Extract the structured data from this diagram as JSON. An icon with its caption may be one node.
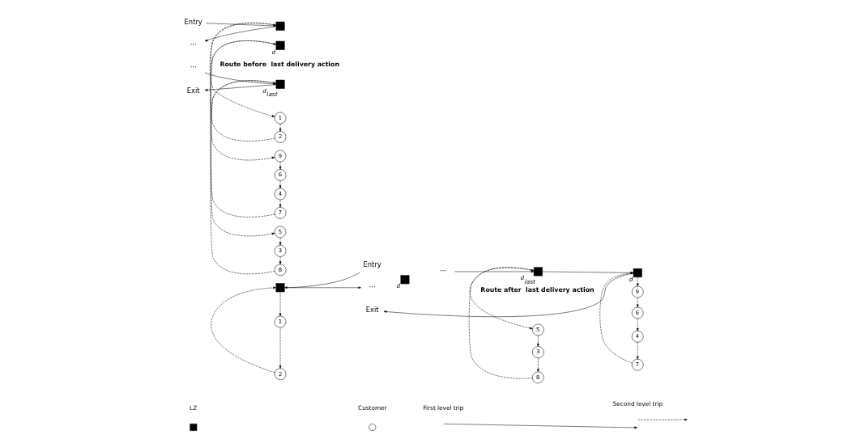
{
  "diagram": {
    "nodes": [
      {
        "text": [
          "Entry"
        ]
      },
      {
        "text": [],
        "shape": "box"
      },
      {
        "text": [
          "···"
        ]
      },
      {
        "text": [],
        "shape": "box",
        "beside": [
          "d"
        ]
      },
      {
        "text": [
          "···"
        ]
      },
      {
        "text": [],
        "shape": "box",
        "beside": [
          "d$_{last}$"
        ]
      },
      {
        "text": [
          "Exit"
        ]
      },
      {
        "text": [
          "1"
        ]
      },
      {
        "text": [
          "2"
        ]
      },
      {
        "text": [
          "3"
        ]
      },
      {
        "text": [
          "4"
        ]
      },
      {
        "text": [
          "5"
        ]
      },
      {
        "text": [
          "6"
        ]
      },
      {
        "text": [
          "7"
        ]
      },
      {
        "text": [
          "8"
        ]
      },
      {
        "text": [
          "9"
        ]
      },
      {
        "text": [
          "Entry"
        ]
      },
      {
        "text": [],
        "shape": "box"
      },
      {
        "text": [
          "···"
        ]
      },
      {
        "text": [],
        "shape": "box",
        "beside": [
          "d"
        ]
      },
      {
        "text": [
          "···"
        ]
      },
      {
        "text": [],
        "shape": "box",
        "beside": [
          "d$_{last}$"
        ]
      },
      {
        "text": [],
        "shape": "box",
        "beside": [
          "d"
        ]
      },
      {
        "text": [
          "Exit"
        ]
      },
      {
        "text": [
          "1"
        ]
      },
      {
        "text": [
          "2"
        ]
      },
      {
        "text": [
          "3"
        ]
      },
      {
        "text": [
          "4"
        ]
      },
      {
        "text": [
          "5"
        ]
      },
      {
        "text": [
          "6"
        ]
      },
      {
        "text": [
          "7"
        ]
      },
      {
        "text": [
          "8"
        ]
      },
      {
        "text": [
          "9"
        ]
      }
    ],
    "edges": [
      {
        "from": 0,
        "to": 1,
        "arrow": "to"
      },
      {
        "from": 1,
        "to": 2,
        "arrow": "to"
      },
      {
        "from": 4,
        "to": 5,
        "arrow": "to"
      },
      {
        "from": 5,
        "to": 6,
        "arrow": "to"
      },
      {
        "from": 1,
        "to": 7,
        "arrow": "to",
        "style": "dashed"
      },
      {
        "from": 7,
        "to": 8,
        "arrow": "to",
        "style": "dashed"
      },
      {
        "from": 8,
        "to": 1,
        "arrow": "to",
        "style": "dashed"
      },
      {
        "from": 3,
        "to": 15,
        "arrow": "to",
        "style": "dashed"
      },
      {
        "from": 15,
        "to": 12,
        "arrow": "to",
        "style": "dashed"
      },
      {
        "from": 12,
        "to": 10,
        "arrow": "to",
        "style": "dashed"
      },
      {
        "from": 10,
        "to": 13,
        "arrow": "to",
        "style": "dashed"
      },
      {
        "from": 13,
        "to": 3,
        "arrow": "to",
        "style": "dashed"
      },
      {
        "from": 5,
        "to": 11,
        "arrow": "to",
        "style": "dashed"
      },
      {
        "from": 11,
        "to": 9,
        "arrow": "to",
        "style": "dashed"
      },
      {
        "from": 9,
        "to": 14,
        "arrow": "to",
        "style": "dashed"
      },
      {
        "from": 14,
        "to": 5,
        "arrow": "to",
        "style": "dashed"
      },
      {
        "from": 16,
        "to": 17,
        "arrow": "to"
      },
      {
        "from": 17,
        "to": 18,
        "arrow": "to"
      },
      {
        "from": 20,
        "to": 21,
        "arrow": "to"
      },
      {
        "from": 21,
        "to": 22,
        "arrow": "to"
      },
      {
        "from": 22,
        "to": 23,
        "arrow": "to"
      },
      {
        "from": 17,
        "to": 24,
        "arrow": "to",
        "style": "dashed"
      },
      {
        "from": 24,
        "to": 25,
        "arrow": "to",
        "style": "dashed"
      },
      {
        "from": 25,
        "to": 17,
        "arrow": "to",
        "style": "dashed"
      },
      {
        "from": 21,
        "to": 28,
        "arrow": "to",
        "style": "dashed"
      },
      {
        "from": 28,
        "to": 26,
        "arrow": "to",
        "style": "dashed"
      },
      {
        "from": 26,
        "to": 31,
        "arrow": "to",
        "style": "dashed"
      },
      {
        "from": 31,
        "to": 21,
        "arrow": "to",
        "style": "dashed"
      },
      {
        "from": 22,
        "to": 32,
        "arrow": "to",
        "style": "dashed"
      },
      {
        "from": 32,
        "to": 29,
        "arrow": "to",
        "style": "dashed"
      },
      {
        "from": 29,
        "to": 27,
        "arrow": "to",
        "style": "dashed"
      },
      {
        "from": 27,
        "to": 30,
        "arrow": "to",
        "style": "dashed"
      },
      {
        "from": 30,
        "to": 22,
        "arrow": "to",
        "style": "dashed"
      }
    ],
    "labels": [
      "Route before  last delivery action",
      "Route after  last delivery action"
    ],
    "legend": [
      {
        "text": "LZ"
      },
      {
        "text": "Customer"
      },
      {
        "text": "First level trip"
      },
      {
        "text": "Second level trip"
      }
    ]
  }
}
